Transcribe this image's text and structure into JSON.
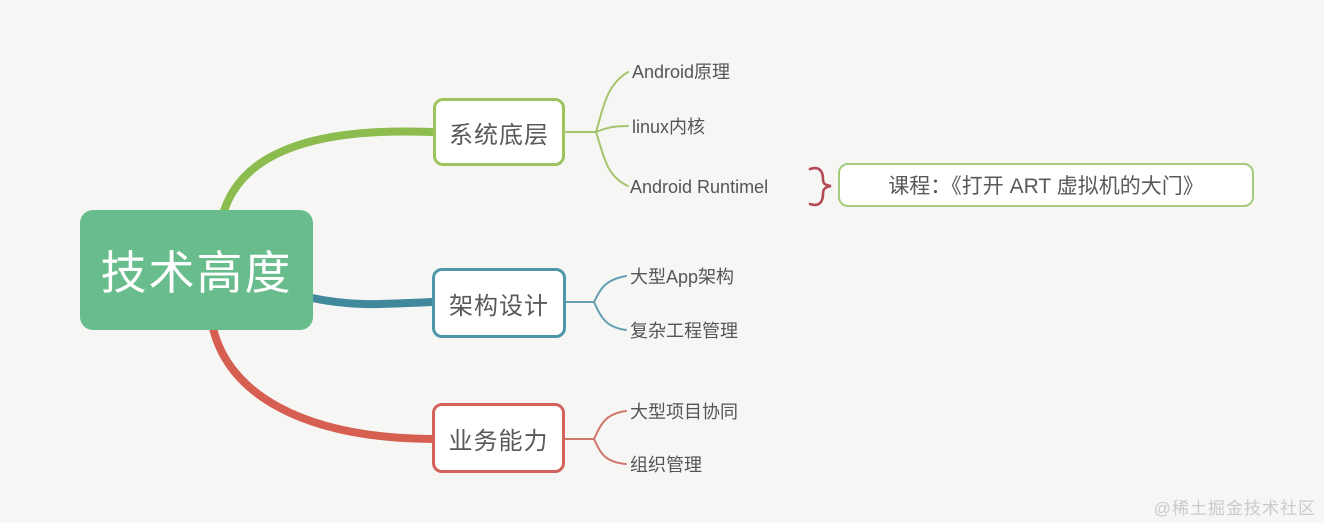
{
  "mindmap": {
    "root": {
      "label": "技术高度",
      "fill_color": "#69bd8d",
      "text_color": "#ffffff"
    },
    "branches": [
      {
        "topic": "系统底层",
        "branch_color": "#8cbb4e",
        "border_color": "#9cc35e",
        "children": [
          {
            "label": "Android原理"
          },
          {
            "label": "linux内核"
          },
          {
            "label": "Android Runtimel",
            "annotation": {
              "label": "课程：《打开 ART 虚拟机的大门》",
              "border_color": "#a5cb7d",
              "brace_color": "#b34a55"
            }
          }
        ]
      },
      {
        "topic": "架构设计",
        "branch_color": "#42889d",
        "border_color": "#4e96a8",
        "children": [
          {
            "label": "大型App架构"
          },
          {
            "label": "复杂工程管理"
          }
        ]
      },
      {
        "topic": "业务能力",
        "branch_color": "#d75f51",
        "border_color": "#d2625b",
        "children": [
          {
            "label": "大型项目协同"
          },
          {
            "label": "组织管理"
          }
        ]
      }
    ]
  },
  "colors": {
    "background": "#f6f7f5",
    "label_text": "#555555",
    "topic_text": "#595959",
    "thin_green": "#a6c46d",
    "thin_teal": "#64a0b0",
    "thin_red": "#d1766c"
  },
  "watermark": {
    "label": "@稀土掘金技术社区"
  }
}
